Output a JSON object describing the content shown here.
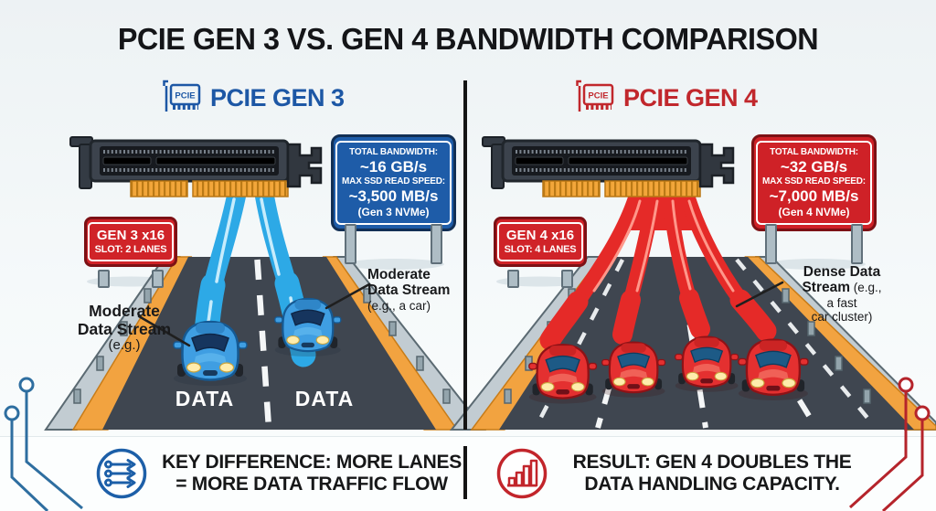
{
  "title": "PCIE GEN 3 VS. GEN 4 BANDWIDTH COMPARISON",
  "left": {
    "header": "PCIE GEN 3",
    "chip": "PCIE",
    "spec_sign": {
      "l1": "TOTAL BANDWIDTH:",
      "l2": "~16 GB/s",
      "l3": "MAX SSD READ SPEED:",
      "l4": "~3,500 MB/s",
      "l5": "(Gen 3 NVMe)"
    },
    "slot_sign": {
      "l1": "GEN 3 x16",
      "l2": "SLOT: 2 LANES"
    },
    "callout_a": {
      "l1": "Moderate",
      "l2": "Data Stream",
      "l3": "(e.g.)"
    },
    "callout_b": {
      "l1": "Moderate",
      "l2": "Data Stream",
      "l3": "(e.g., a car)"
    },
    "lane_labels": [
      "DATA",
      "DATA"
    ]
  },
  "right": {
    "header": "PCIE GEN 4",
    "chip": "PCIE",
    "spec_sign": {
      "l1": "TOTAL BANDWIDTH:",
      "l2": "~32 GB/s",
      "l3": "MAX SSD READ SPEED:",
      "l4": "~7,000 MB/s",
      "l5": "(Gen 4 NVMe)"
    },
    "slot_sign": {
      "l1": "GEN 4 x16",
      "l2": "SLOT: 4 LANES"
    },
    "callout": {
      "l1": "Dense Data",
      "l2a": "Stream",
      "l2b": " (e.g.,",
      "l3": "a fast",
      "l4": "car cluster)"
    }
  },
  "footer": {
    "key_difference": {
      "l1": "KEY DIFFERENCE: MORE LANES",
      "l2": "= MORE DATA TRAFFIC FLOW"
    },
    "result": {
      "l1": "RESULT: GEN 4 DOUBLES THE",
      "l2": "DATA HANDLING CAPACITY."
    }
  },
  "icons": {
    "header_icon": "pcie-card-icon",
    "footer_left_icon": "lanes-arrows-icon",
    "footer_right_icon": "bar-chart-icon"
  },
  "colors": {
    "gen3_blue": "#1d57a5",
    "gen4_red": "#c1272c",
    "stream_blue": "#2da9e6",
    "stream_red": "#e52a28",
    "road_gray": "#3f4650",
    "shoulder_orange": "#f2a340"
  }
}
